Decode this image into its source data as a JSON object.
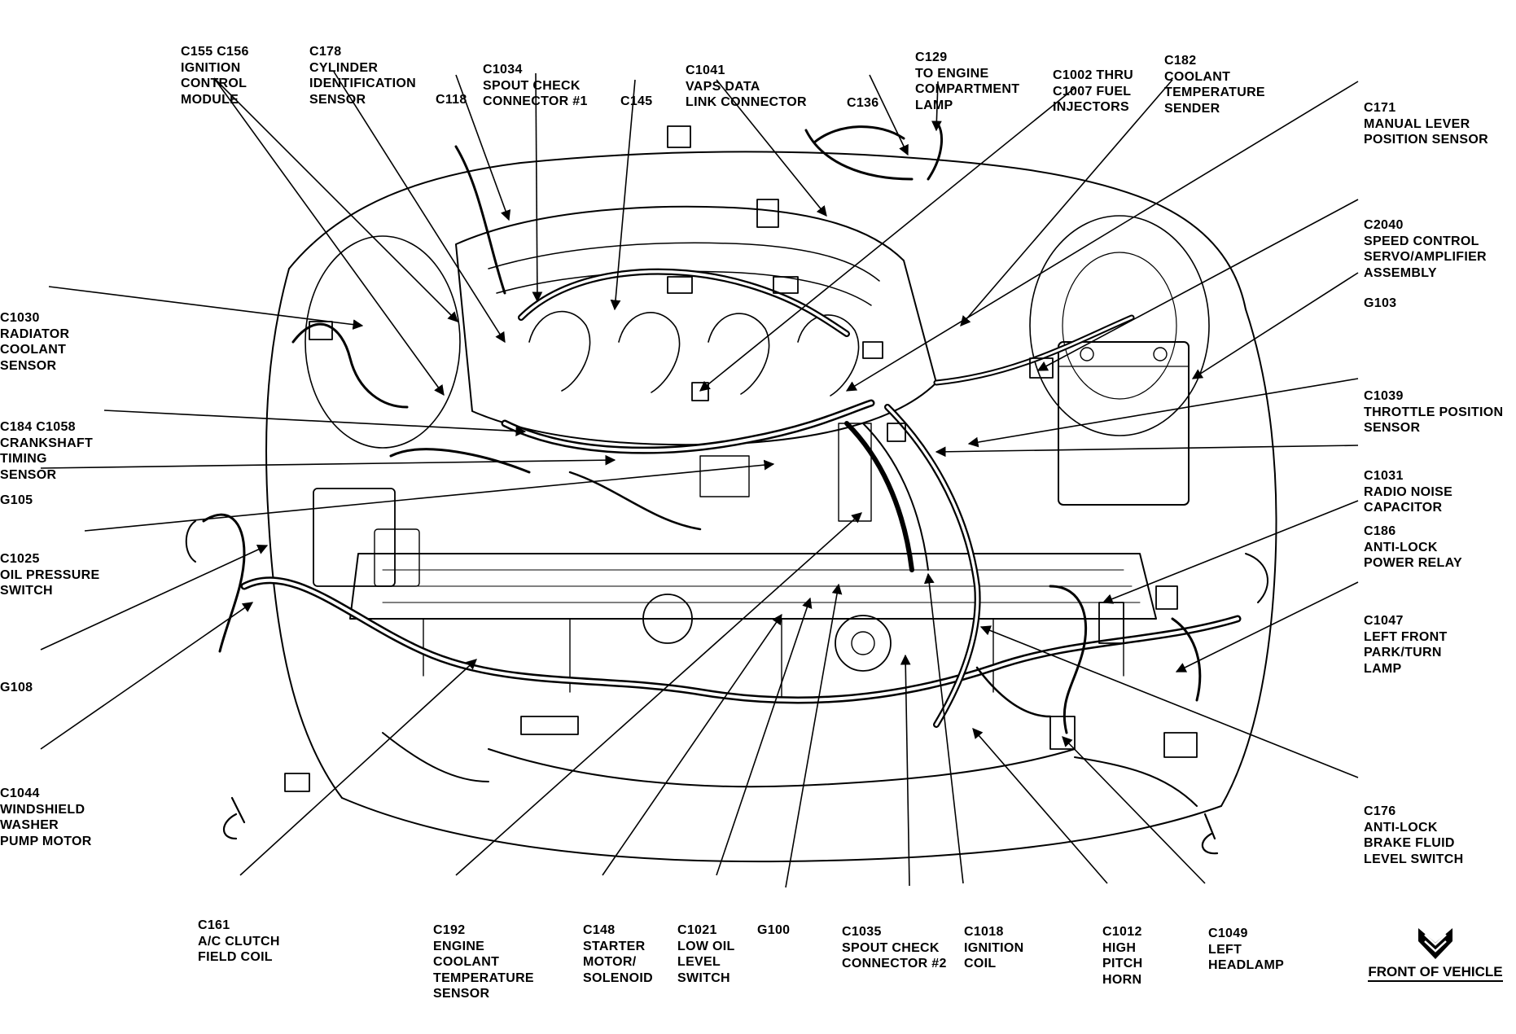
{
  "diagram": {
    "labels": [
      {
        "id": "c155",
        "lines": [
          "C155 C156",
          "IGNITION",
          "CONTROL",
          "MODULE"
        ]
      },
      {
        "id": "c178",
        "lines": [
          "C178",
          "CYLINDER",
          "IDENTIFICATION",
          "SENSOR"
        ]
      },
      {
        "id": "c118",
        "lines": [
          "C118"
        ]
      },
      {
        "id": "c1034",
        "lines": [
          "C1034",
          "SPOUT CHECK",
          "CONNECTOR #1"
        ]
      },
      {
        "id": "c145",
        "lines": [
          "C145"
        ]
      },
      {
        "id": "c1041",
        "lines": [
          "C1041",
          "VAPS DATA",
          "LINK CONNECTOR"
        ]
      },
      {
        "id": "c136",
        "lines": [
          "C136"
        ]
      },
      {
        "id": "c129",
        "lines": [
          "C129",
          "TO ENGINE",
          "COMPARTMENT",
          "LAMP"
        ]
      },
      {
        "id": "c1002",
        "lines": [
          "C1002 THRU",
          "C1007 FUEL",
          "INJECTORS"
        ]
      },
      {
        "id": "c182",
        "lines": [
          "C182",
          "COOLANT",
          "TEMPERATURE",
          "SENDER"
        ]
      },
      {
        "id": "c171",
        "lines": [
          "C171",
          "MANUAL LEVER",
          "POSITION SENSOR"
        ]
      },
      {
        "id": "c2040",
        "lines": [
          "C2040",
          "SPEED CONTROL",
          "SERVO/AMPLIFIER",
          "ASSEMBLY"
        ]
      },
      {
        "id": "g103",
        "lines": [
          "G103"
        ]
      },
      {
        "id": "c1039",
        "lines": [
          "C1039",
          "THROTTLE POSITION",
          "SENSOR"
        ]
      },
      {
        "id": "c1031",
        "lines": [
          "C1031",
          "RADIO NOISE",
          "CAPACITOR"
        ]
      },
      {
        "id": "c186",
        "lines": [
          "C186",
          "ANTI-LOCK",
          "POWER RELAY"
        ]
      },
      {
        "id": "c1047",
        "lines": [
          "C1047",
          "LEFT FRONT",
          "PARK/TURN",
          "LAMP"
        ]
      },
      {
        "id": "c176",
        "lines": [
          "C176",
          "ANTI-LOCK",
          "BRAKE FLUID",
          "LEVEL SWITCH"
        ]
      },
      {
        "id": "c1030",
        "lines": [
          "C1030",
          "RADIATOR",
          "COOLANT",
          "SENSOR"
        ]
      },
      {
        "id": "c184",
        "lines": [
          "C184 C1058",
          "CRANKSHAFT",
          "TIMING",
          "SENSOR"
        ]
      },
      {
        "id": "g105",
        "lines": [
          "G105"
        ]
      },
      {
        "id": "c1025",
        "lines": [
          "C1025",
          "OIL PRESSURE",
          "SWITCH"
        ]
      },
      {
        "id": "g108",
        "lines": [
          "G108"
        ]
      },
      {
        "id": "c1044",
        "lines": [
          "C1044",
          "WINDSHIELD",
          "WASHER",
          "PUMP MOTOR"
        ]
      },
      {
        "id": "c161",
        "lines": [
          "C161",
          "A/C CLUTCH",
          "FIELD COIL"
        ]
      },
      {
        "id": "c192",
        "lines": [
          "C192",
          "ENGINE",
          "COOLANT",
          "TEMPERATURE",
          "SENSOR"
        ]
      },
      {
        "id": "c148",
        "lines": [
          "C148",
          "STARTER",
          "MOTOR/",
          "SOLENOID"
        ]
      },
      {
        "id": "c1021",
        "lines": [
          "C1021",
          "LOW OIL",
          "LEVEL",
          "SWITCH"
        ]
      },
      {
        "id": "g100",
        "lines": [
          "G100"
        ]
      },
      {
        "id": "c1035",
        "lines": [
          "C1035",
          "SPOUT CHECK",
          "CONNECTOR #2"
        ]
      },
      {
        "id": "c1018",
        "lines": [
          "C1018",
          "IGNITION",
          "COIL"
        ]
      },
      {
        "id": "c1012",
        "lines": [
          "C1012",
          "HIGH",
          "PITCH",
          "HORN"
        ]
      },
      {
        "id": "c1049",
        "lines": [
          "C1049",
          "LEFT",
          "HEADLAMP"
        ]
      }
    ],
    "front_of_vehicle": "FRONT OF VEHICLE"
  }
}
